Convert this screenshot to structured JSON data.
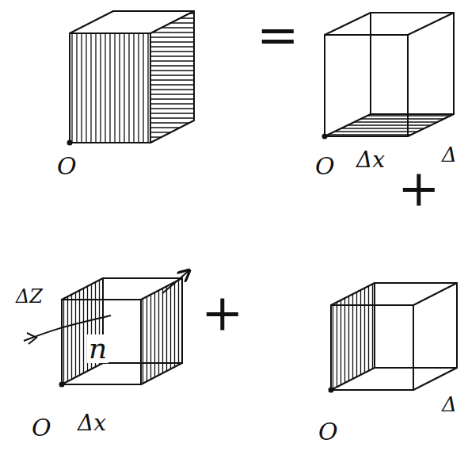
{
  "diagram": {
    "labels": [
      "O",
      "=",
      "O",
      "Δx",
      "Δ",
      "+",
      "ΔZ",
      "n",
      "O",
      "Δx",
      "+",
      "O",
      "Δ"
    ]
  }
}
